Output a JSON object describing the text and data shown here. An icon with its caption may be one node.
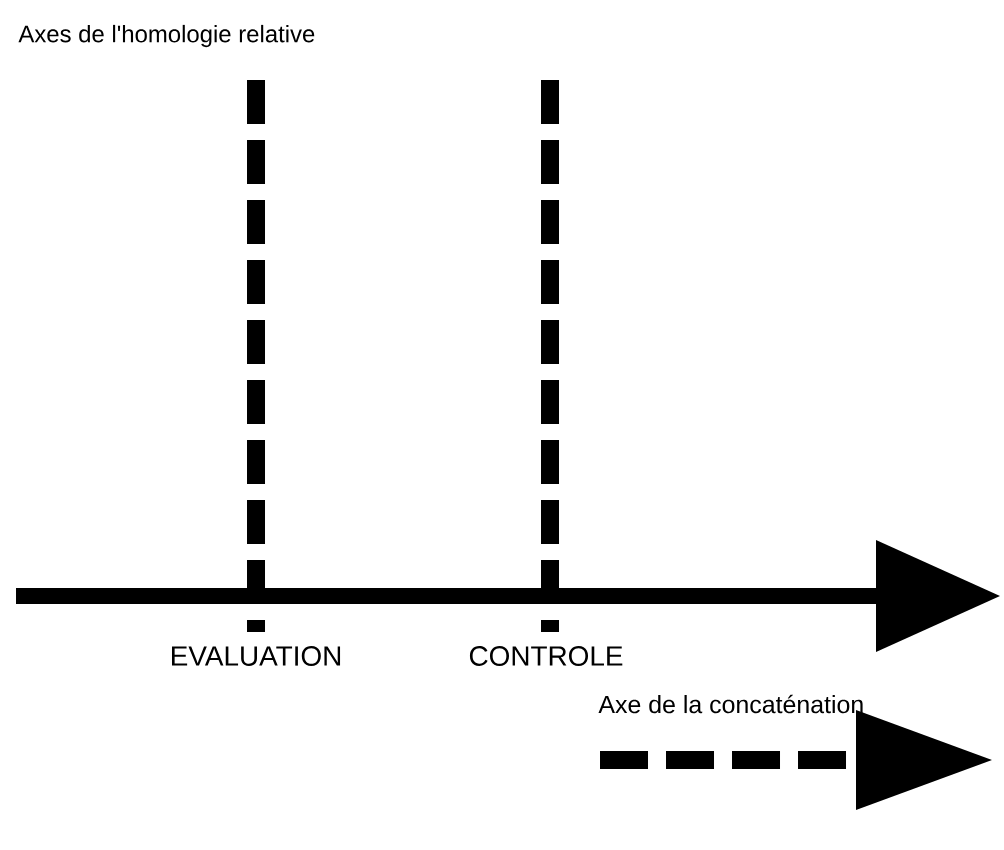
{
  "diagram": {
    "labels": [
      "Axes de l'homologie relative",
      "EVALUATION",
      "CONTROLE",
      "Axe de la concaténation"
    ]
  }
}
